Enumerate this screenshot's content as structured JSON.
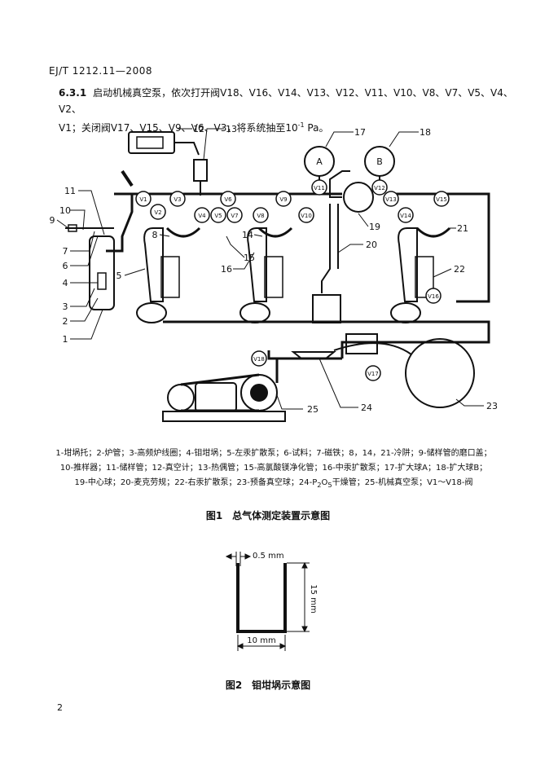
{
  "header": {
    "doc_code": "EJ/T 1212.11—2008"
  },
  "section": {
    "number": "6.3.1",
    "text_line1": "启动机械真空泵，依次打开阀V18、V16、V14、V13、V12、V11、V10、V8、V7、V5、V4、V2、",
    "text_line2_a": "V1；关闭阀V17、V15、V9、V6、V3，将系统抽至10",
    "text_line2_sup": "-1",
    "text_line2_b": " Pa。"
  },
  "figure1": {
    "callouts": [
      "1",
      "2",
      "3",
      "4",
      "5",
      "6",
      "7",
      "8",
      "9",
      "10",
      "11",
      "12",
      "13",
      "14",
      "15",
      "16",
      "17",
      "18",
      "19",
      "20",
      "21",
      "22",
      "23",
      "24",
      "25"
    ],
    "valves": [
      "V1",
      "V2",
      "V3",
      "V4",
      "V5",
      "V6",
      "V7",
      "V8",
      "V9",
      "V10",
      "V11",
      "V12",
      "V13",
      "V14",
      "V15",
      "V16",
      "V17",
      "V18"
    ],
    "bulb_a": "A",
    "bulb_b": "B",
    "legend_line1": "1-坩埚托；2-炉管；3-高频炉线圈；4-钼坩埚；5-左汞扩散泵；6-试料；7-磁铁；8，14，21-冷阱；9-储样管的磨口盖；",
    "legend_line2": "10-推样器；11-储样管；12-真空计；13-热偶管；15-高氯酸镁净化管；16-中汞扩散泵；17-扩大球A；18-扩大球B；",
    "legend_line3_a": "19-中心球；20-麦克劳规；22-右汞扩散泵；23-预备真空球；24-P",
    "legend_line3_sub": "2",
    "legend_line3_b": "O",
    "legend_line3_sub2": "5",
    "legend_line3_c": "干燥管；25-机械真空泵；V1～V18-阀",
    "caption": "图1　总气体测定装置示意图"
  },
  "figure2": {
    "dim_wall": "0.5 mm",
    "dim_height": "15 mm",
    "dim_width": "10 mm",
    "caption": "图2　钼坩埚示意图"
  },
  "footer": {
    "page_number": "2"
  }
}
